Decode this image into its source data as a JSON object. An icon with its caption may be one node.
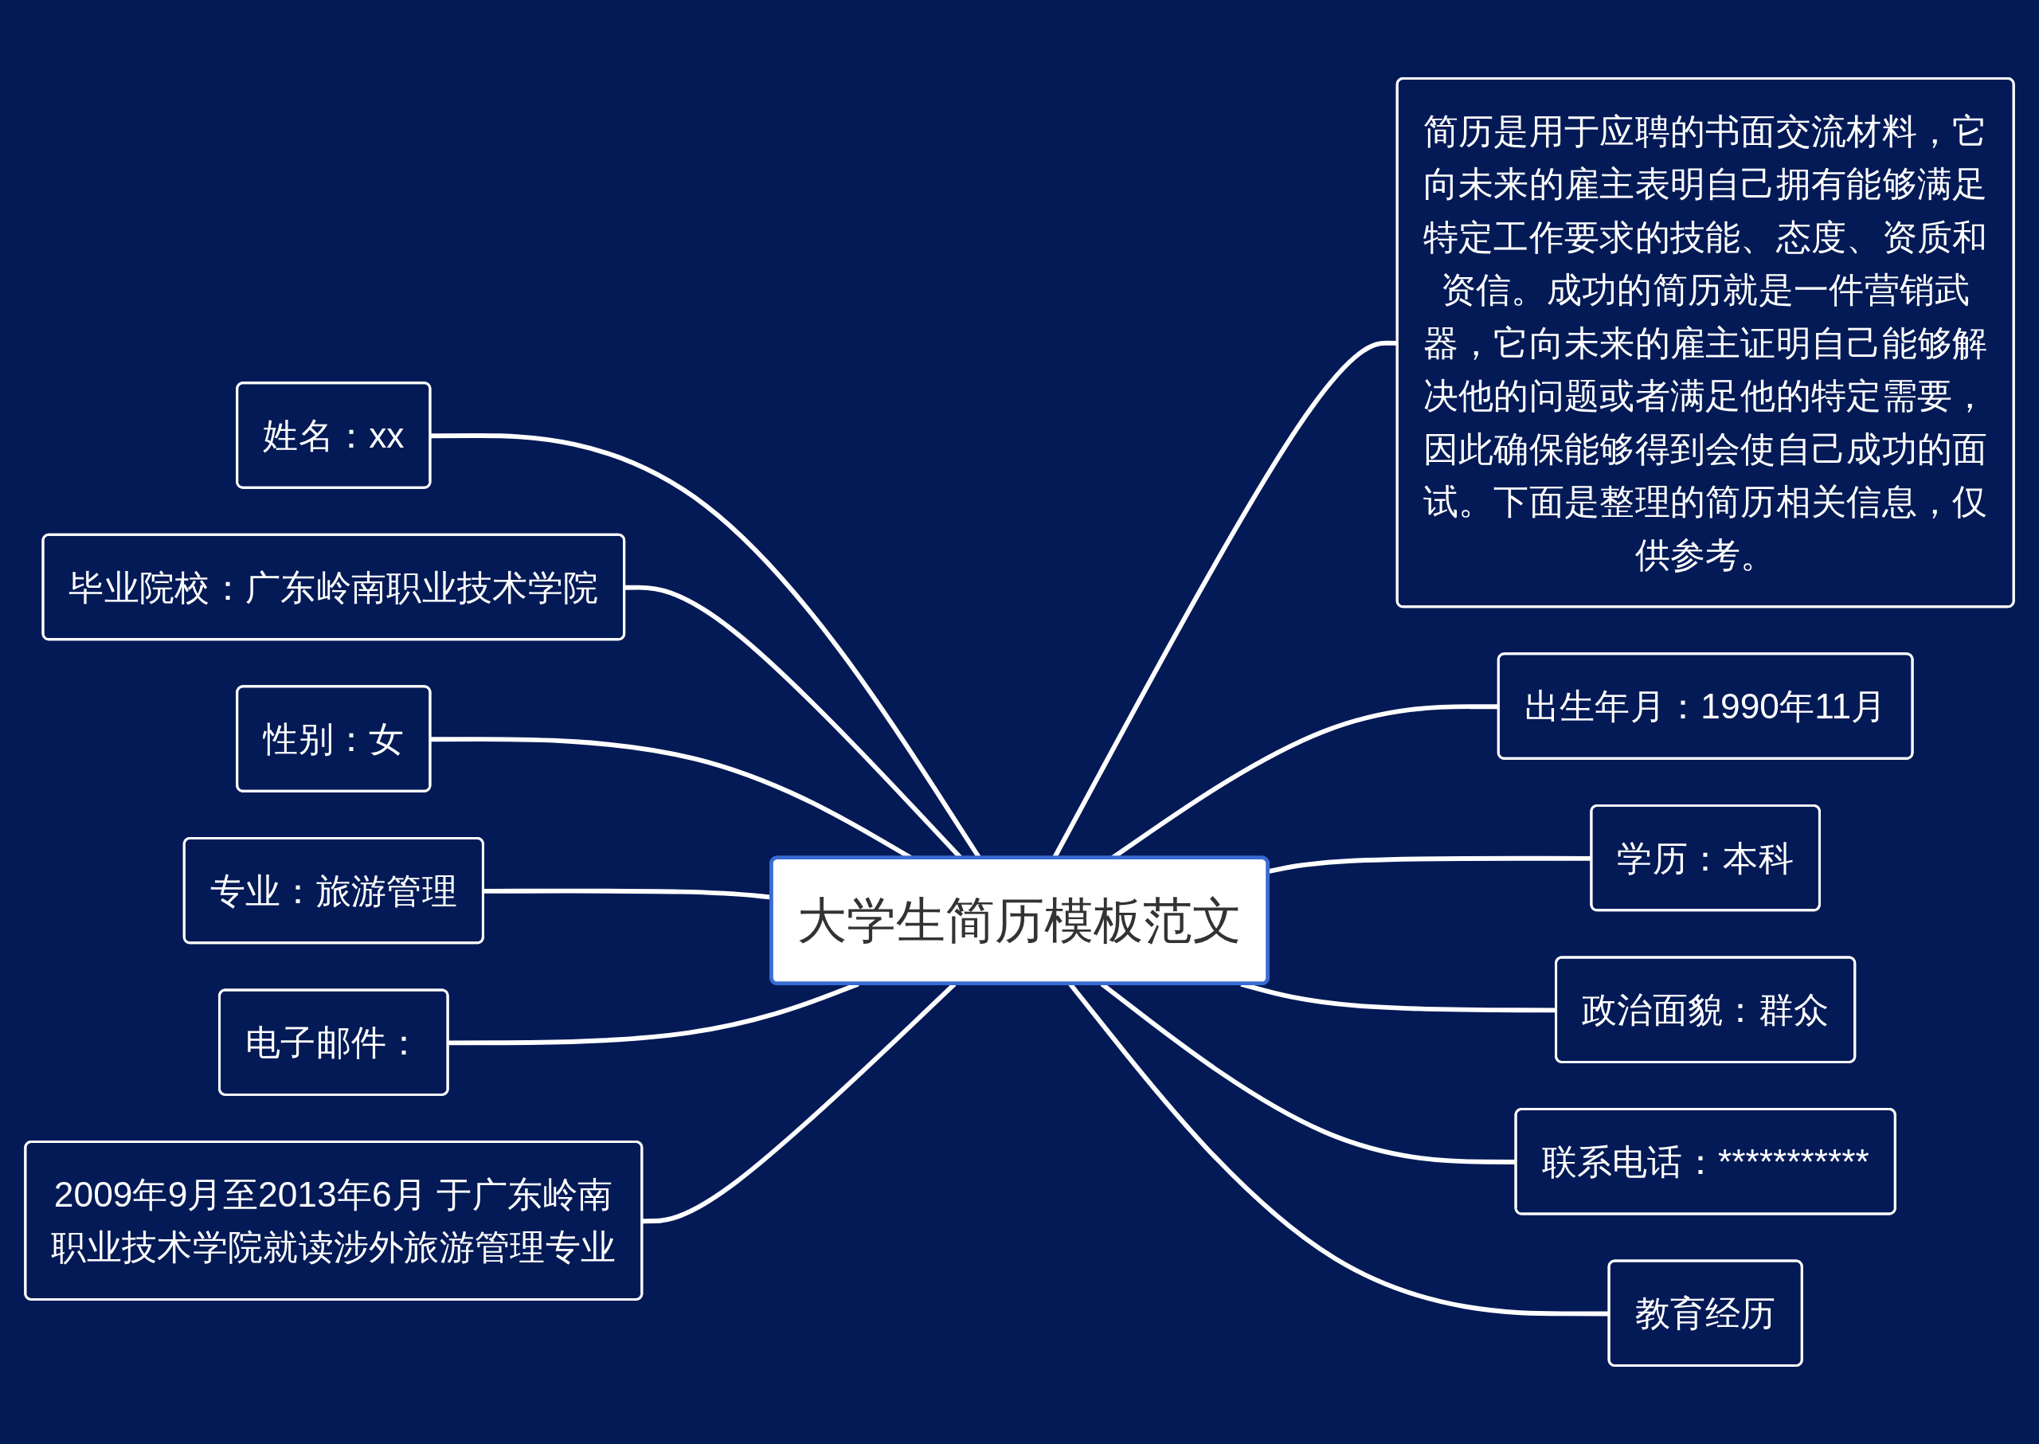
{
  "diagram": {
    "nodes": [
      {
        "text": [
          "大学生简历模板范文"
        ]
      },
      {
        "text": [
          "姓名：xx"
        ]
      },
      {
        "text": [
          "毕业院校：广东岭南职业技术学院"
        ]
      },
      {
        "text": [
          "性别：女"
        ]
      },
      {
        "text": [
          "专业：旅游管理"
        ]
      },
      {
        "text": [
          "电子邮件："
        ]
      },
      {
        "text": [
          "2009年9月至2013年6月 于广东岭南职业技术学院就读涉外旅游管理专业"
        ]
      },
      {
        "text": [
          "简历是用于应聘的书面交流材料，它向未来的雇主表明自己拥有能够满足特定工作要求的技能、态度、资质和资信。成功的简历就是一件营销武器，它向未来的雇主证明自己能够解决他的问题或者满足他的特定需要，因此确保能够得到会使自己成功的面试。下面是整理的简历相关信息，仅供参考。"
        ]
      },
      {
        "text": [
          "出生年月：1990年11月"
        ]
      },
      {
        "text": [
          "学历：本科"
        ]
      },
      {
        "text": [
          "政治面貌：群众"
        ]
      },
      {
        "text": [
          "联系电话：***********"
        ]
      },
      {
        "text": [
          "教育经历"
        ]
      }
    ],
    "edges": [
      {
        "from": 0,
        "to": 1,
        "arrow": "none"
      },
      {
        "from": 0,
        "to": 2,
        "arrow": "none"
      },
      {
        "from": 0,
        "to": 3,
        "arrow": "none"
      },
      {
        "from": 0,
        "to": 4,
        "arrow": "none"
      },
      {
        "from": 0,
        "to": 5,
        "arrow": "none"
      },
      {
        "from": 0,
        "to": 6,
        "arrow": "none"
      },
      {
        "from": 0,
        "to": 7,
        "arrow": "none"
      },
      {
        "from": 0,
        "to": 8,
        "arrow": "none"
      },
      {
        "from": 0,
        "to": 9,
        "arrow": "none"
      },
      {
        "from": 0,
        "to": 10,
        "arrow": "none"
      },
      {
        "from": 0,
        "to": 11,
        "arrow": "none"
      },
      {
        "from": 0,
        "to": 12,
        "arrow": "none"
      }
    ]
  }
}
